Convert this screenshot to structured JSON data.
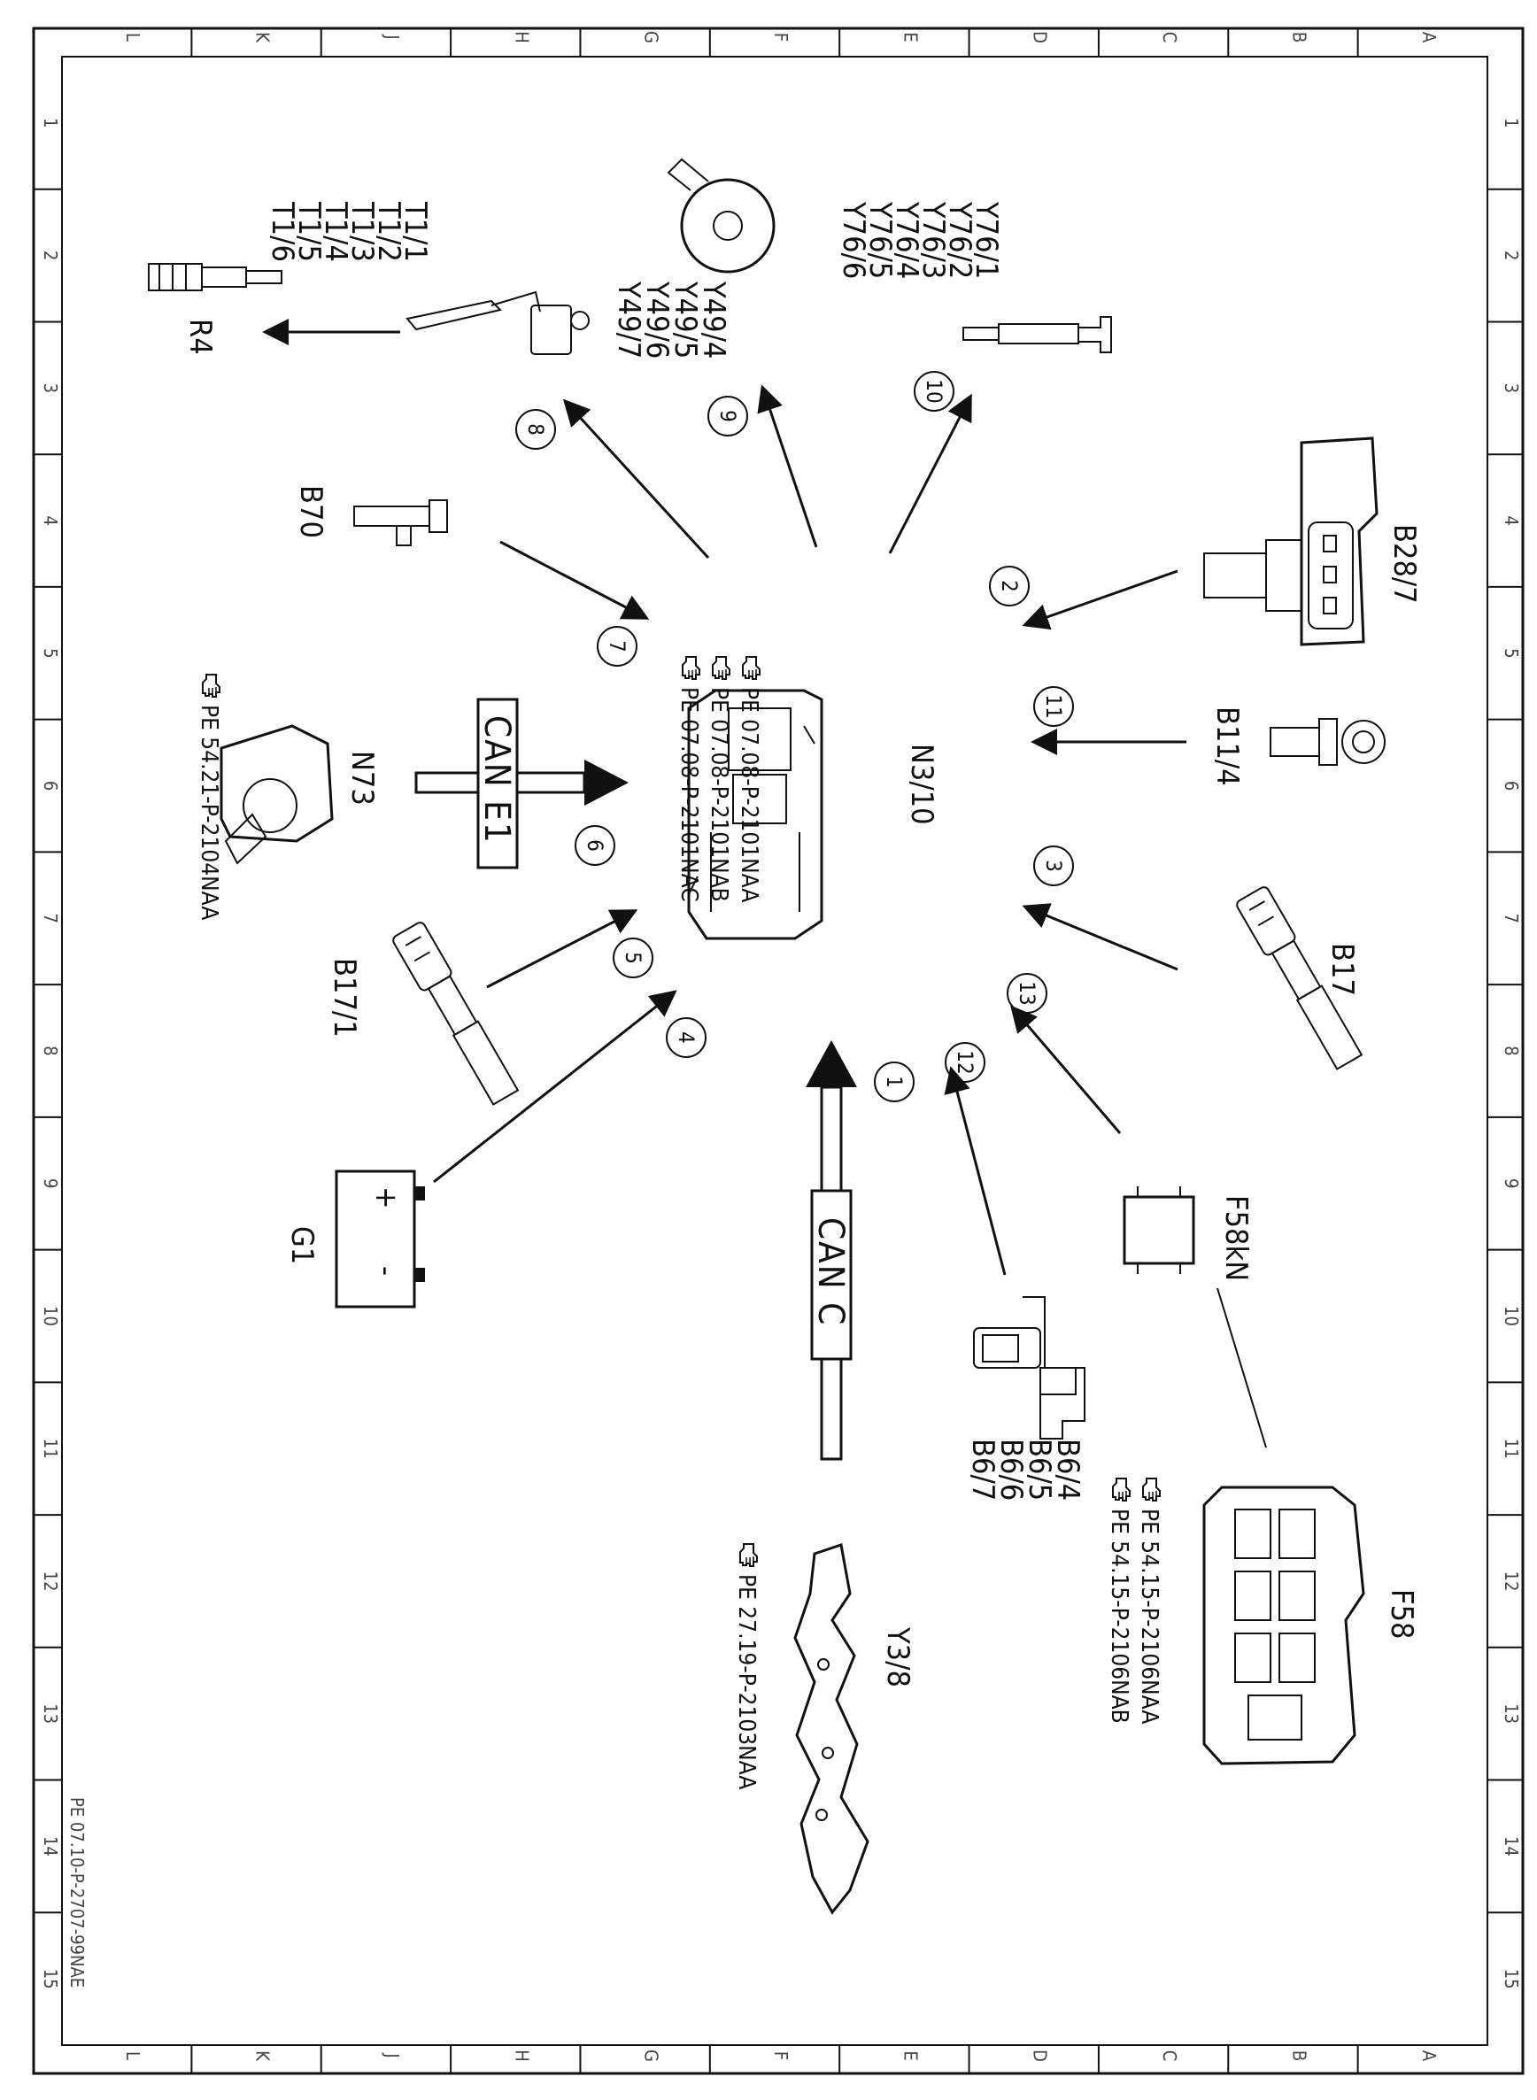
{
  "colors": {
    "line": "#111111",
    "background": "#ffffff",
    "can_bar": "#e6e6e6"
  },
  "grid": {
    "letters": [
      "L",
      "K",
      "J",
      "H",
      "G",
      "F",
      "E",
      "D",
      "C",
      "B",
      "A"
    ],
    "numbers": [
      "1",
      "2",
      "3",
      "4",
      "5",
      "6",
      "7",
      "8",
      "9",
      "10",
      "11",
      "12",
      "13",
      "14",
      "15"
    ]
  },
  "document_code": "PE 07.10-P-2707-99NAE",
  "central": {
    "id": "N3/10",
    "refs": [
      "PE  07.08-P-2101NAA",
      "PE  07.08-P-2101NAB",
      "PE  07.08-P-2101NAC"
    ]
  },
  "components": {
    "B28_7": "B28/7",
    "B11_4": "B11/4",
    "B17": "B17",
    "F58kN": "F58kN",
    "F58": "F58",
    "F58_refs": [
      "PE  54.15-P-2106NAA",
      "PE  54.15-P-2106NAB"
    ],
    "B6": [
      "B6/4",
      "B6/5",
      "B6/6",
      "B6/7"
    ],
    "Y3_8": "Y3/8",
    "Y3_8_ref": "PE  27.19-P-2103NAA",
    "G1": "G1",
    "B17_1": "B17/1",
    "N73": "N73",
    "N73_ref": "PE  54.21-P-2104NAA",
    "B70": "B70",
    "R4": "R4",
    "T1": [
      "T1/1",
      "T1/2",
      "T1/3",
      "T1/4",
      "T1/5",
      "T1/6"
    ],
    "Y49": [
      "Y49/4",
      "Y49/5",
      "Y49/6",
      "Y49/7"
    ],
    "Y76": [
      "Y76/1",
      "Y76/2",
      "Y76/3",
      "Y76/4",
      "Y76/5",
      "Y76/6"
    ],
    "can_c": "CAN C",
    "can_e1": "CAN E1",
    "G1_plus": "+",
    "G1_minus": "-"
  },
  "arrow_numbers": [
    "1",
    "2",
    "3",
    "4",
    "5",
    "6",
    "7",
    "8",
    "9",
    "10",
    "11",
    "12",
    "13"
  ],
  "icons": [
    "pointing-hand-icon",
    "control-unit-icon",
    "sensor-icon",
    "battery-icon",
    "relay-icon",
    "fuse-box-icon",
    "spark-plug-icon",
    "ignition-coil-icon",
    "actuator-icon",
    "injector-icon",
    "valve-body-icon",
    "ignition-switch-icon"
  ]
}
